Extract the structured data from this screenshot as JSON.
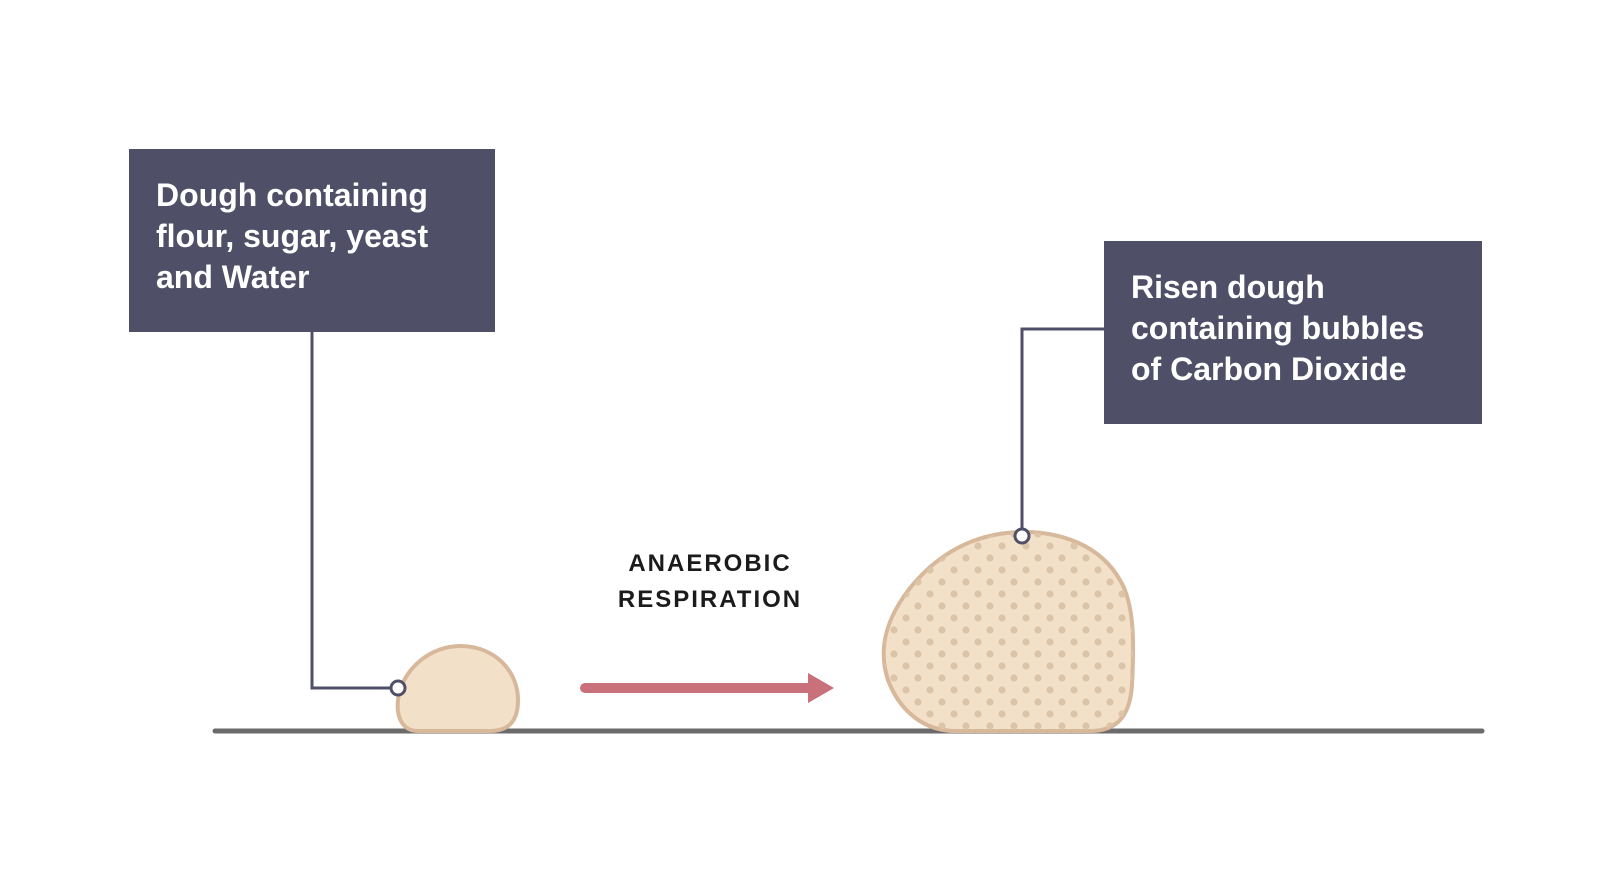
{
  "labels": {
    "initial_dough": {
      "lines": [
        "Dough containing",
        "flour, sugar, yeast",
        "and Water"
      ]
    },
    "risen_dough": {
      "lines": [
        "Risen dough",
        "containing bubbles",
        "of Carbon Dioxide"
      ]
    },
    "process": {
      "lines": [
        "ANAEROBIC",
        "RESPIRATION"
      ]
    }
  },
  "colors": {
    "label_box": "#4f5068",
    "label_text": "#ffffff",
    "leader_line": "#4f5068",
    "dough_fill": "#f2e0c8",
    "dough_outline": "#d8b89b",
    "bubble": "#dcc4a8",
    "arrow": "#c9707b",
    "ground": "#6b6b6b",
    "process_text": "#1b1b1b"
  }
}
